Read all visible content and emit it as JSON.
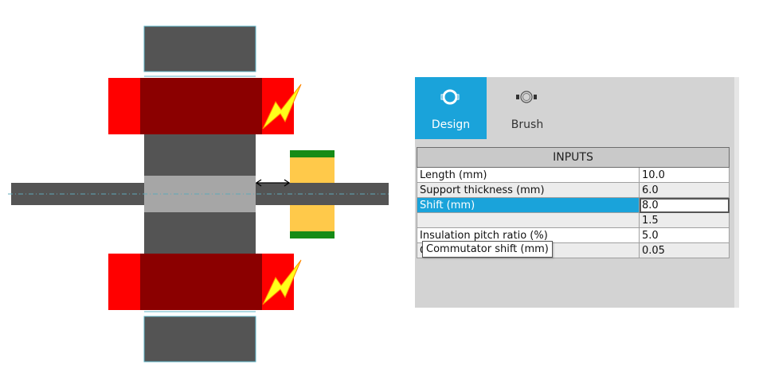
{
  "colors": {
    "core": "#545454",
    "pole_shoe": "#a6a6a6",
    "winding_outer": "#ff0000",
    "winding_inner": "#8b0000",
    "brush": "#ffc94a",
    "brush_insulation": "#168b16",
    "lightning": "#ffff1a",
    "accent": "#1aa3da"
  },
  "tabs": [
    {
      "label": "Design",
      "icon": "motor-design-icon",
      "active": true
    },
    {
      "label": "Brush",
      "icon": "brush-icon",
      "active": false
    }
  ],
  "inputs": {
    "header": "INPUTS",
    "rows": [
      {
        "label": "Length (mm)",
        "value": "10.0"
      },
      {
        "label": "Support thickness (mm)",
        "value": "6.0"
      },
      {
        "label": "Shift (mm)",
        "value": "8.0",
        "selected": true
      },
      {
        "label": "",
        "value": "1.5"
      },
      {
        "label": "Insulation pitch ratio (%)",
        "value": "5.0"
      },
      {
        "label": "Contact resistance (Ω)",
        "value": "0.05"
      }
    ]
  },
  "tooltip": "Commutator shift (mm)"
}
